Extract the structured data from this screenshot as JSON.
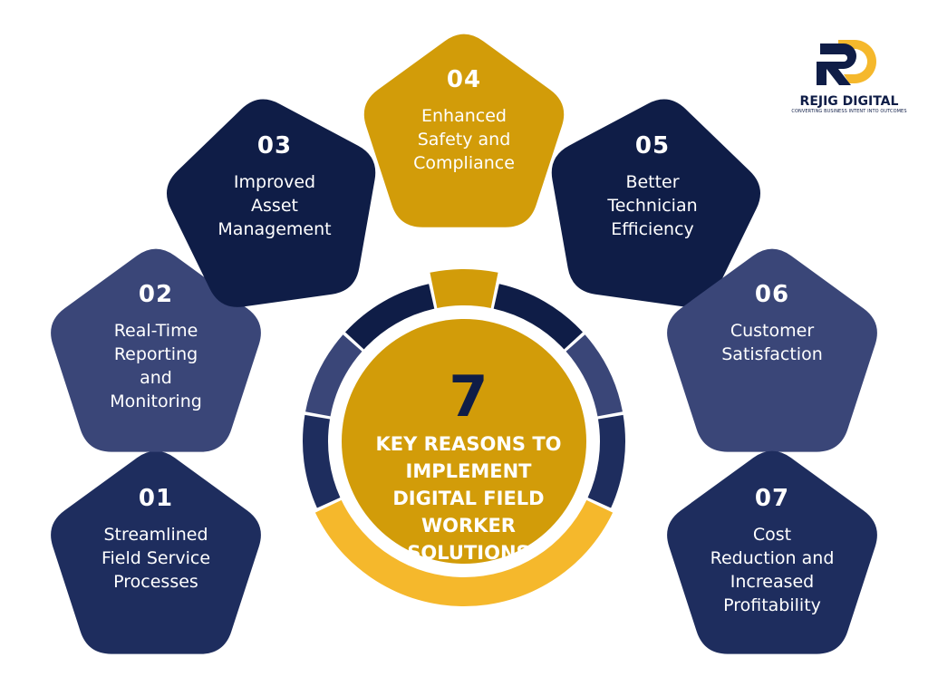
{
  "brand": {
    "name": "REJIG DIGITAL",
    "tagline": "CONVERTING BUSINESS INTENT INTO OUTCOMES",
    "logo_letter": "R"
  },
  "center": {
    "number": "7",
    "title": "KEY REASONS TO\nIMPLEMENT\nDIGITAL FIELD\nWORKER\nSOLUTIONS"
  },
  "colors": {
    "navy": "#0f1d47",
    "slate": "#3a4678",
    "gold": "#d29c09",
    "gold_light": "#f5b82c",
    "white": "#ffffff"
  },
  "reasons": [
    {
      "number": "01",
      "title": "Streamlined\nField Service\nProcesses",
      "color": "#1e2d5e"
    },
    {
      "number": "02",
      "title": "Real-Time\nReporting\nand\nMonitoring",
      "color": "#3a4678"
    },
    {
      "number": "03",
      "title": "Improved\nAsset\nManagement",
      "color": "#0f1d47"
    },
    {
      "number": "04",
      "title": "Enhanced\nSafety and\nCompliance",
      "color": "#d29c09"
    },
    {
      "number": "05",
      "title": "Better\nTechnician\nEfficiency",
      "color": "#0f1d47"
    },
    {
      "number": "06",
      "title": "Customer\nSatisfaction",
      "color": "#3a4678"
    },
    {
      "number": "07",
      "title": "Cost\nReduction and\nIncreased\nProfitability",
      "color": "#1e2d5e"
    }
  ]
}
